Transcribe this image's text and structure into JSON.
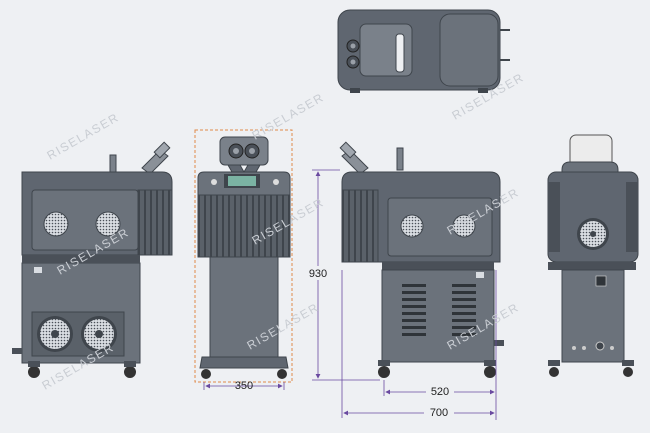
{
  "watermark": "RISELASER",
  "dimensions": {
    "width_front": "350",
    "height_side": "930",
    "depth_base": "520",
    "depth_total": "700"
  },
  "colors": {
    "background": "#eef0f3",
    "body": "#5f6670",
    "body_dark": "#4a5058",
    "panel": "#7a818a",
    "cabinet": "#6b727b",
    "fin": "#3f454c",
    "highlight_box": "#e08a4a",
    "dimension_line": "#6a4aa0",
    "screen": "#ececec"
  },
  "icons": [
    "fan-grille-icon",
    "microscope-eyepiece-icon",
    "caster-wheel-icon",
    "vent-slot-icon"
  ]
}
